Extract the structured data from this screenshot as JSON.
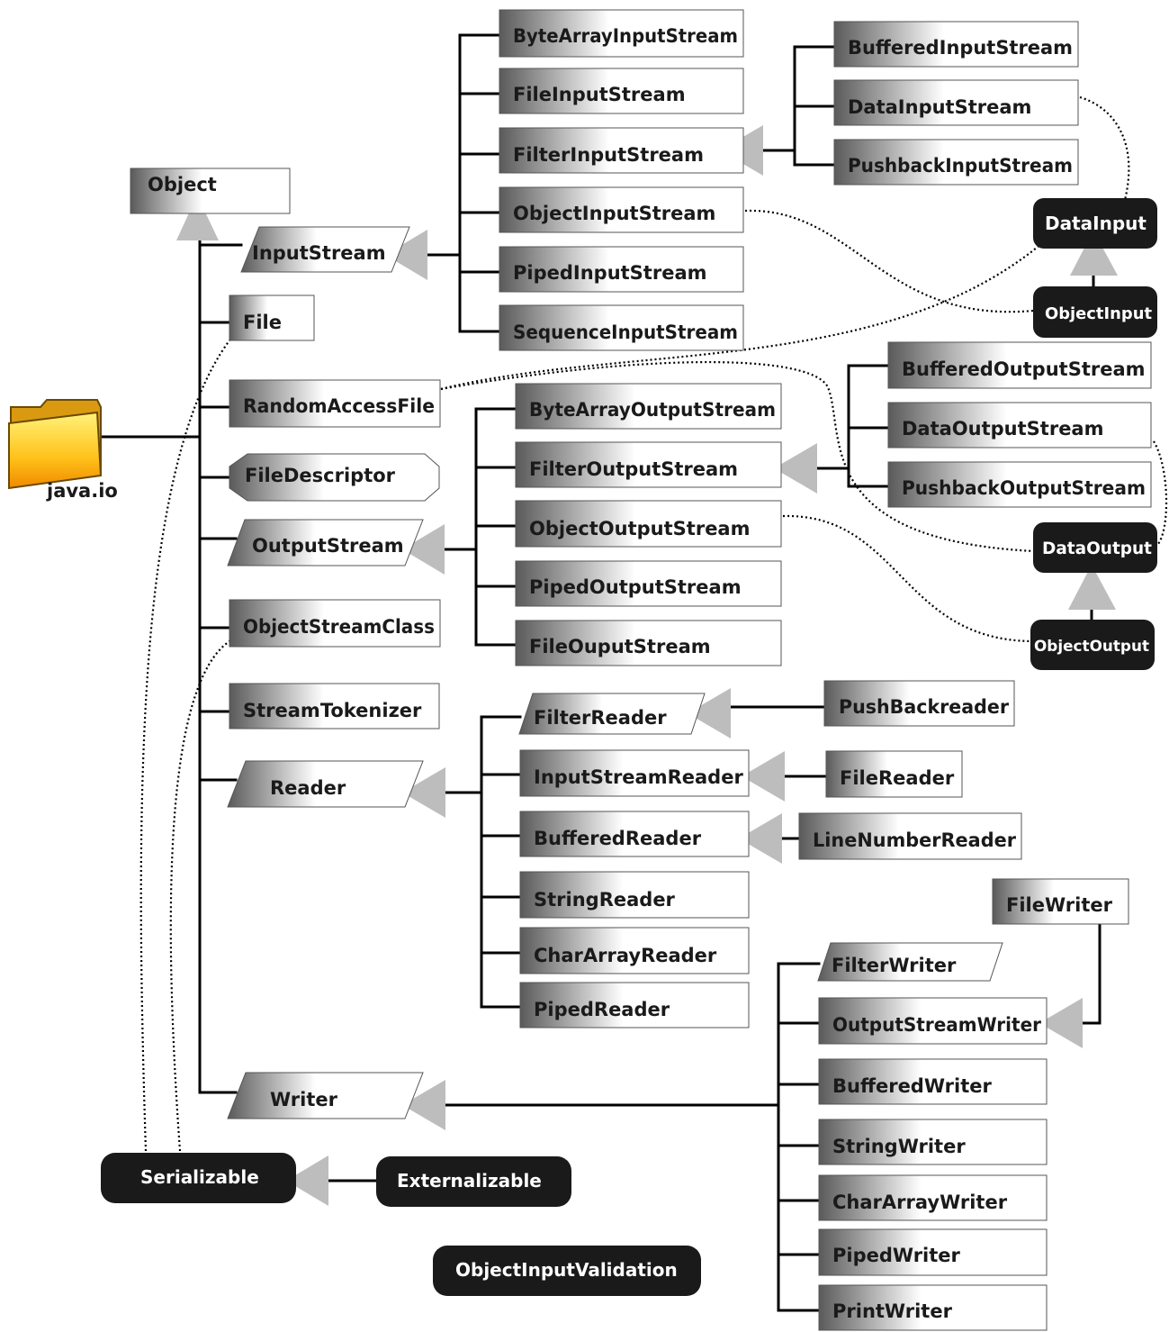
{
  "package": {
    "name": "java.io",
    "icon": "folder-icon"
  },
  "colors": {
    "box_dark": "#5a5a5a",
    "box_light": "#ffffff",
    "interface_fill": "#1a1a1a",
    "arrow_fill": "#bdbdbd",
    "line": "#000000"
  },
  "classes": {
    "object": "Object",
    "input_stream": "InputStream",
    "file": "File",
    "random_access_file": "RandomAccessFile",
    "file_descriptor": "FileDescriptor",
    "output_stream": "OutputStream",
    "object_stream_class": "ObjectStreamClass",
    "stream_tokenizer": "StreamTokenizer",
    "reader": "Reader",
    "writer": "Writer",
    "byte_array_input_stream": "ByteArrayInputStream",
    "file_input_stream": "FileInputStream",
    "filter_input_stream": "FilterInputStream",
    "object_input_stream": "ObjectInputStream",
    "piped_input_stream": "PipedInputStream",
    "sequence_input_stream": "SequenceInputStream",
    "buffered_input_stream": "BufferedInputStream",
    "data_input_stream": "DataInputStream",
    "pushback_input_stream": "PushbackInputStream",
    "byte_array_output_stream": "ByteArrayOutputStream",
    "filter_output_stream": "FilterOutputStream",
    "object_output_stream": "ObjectOutputStream",
    "piped_output_stream": "PipedOutputStream",
    "file_output_stream": "FileOuputStream",
    "buffered_output_stream": "BufferedOutputStream",
    "data_output_stream": "DataOutputStream",
    "pushback_output_stream": "PushbackOutputStream",
    "filter_reader": "FilterReader",
    "input_stream_reader": "InputStreamReader",
    "buffered_reader": "BufferedReader",
    "string_reader": "StringReader",
    "char_array_reader": "CharArrayReader",
    "piped_reader": "PipedReader",
    "pushback_reader": "PushBackreader",
    "file_reader": "FileReader",
    "line_number_reader": "LineNumberReader",
    "file_writer": "FileWriter",
    "filter_writer": "FilterWriter",
    "output_stream_writer": "OutputStreamWriter",
    "buffered_writer": "BufferedWriter",
    "string_writer": "StringWriter",
    "char_array_writer": "CharArrayWriter",
    "piped_writer": "PipedWriter",
    "print_writer": "PrintWriter"
  },
  "interfaces": {
    "data_input": "DataInput",
    "object_input": "ObjectInput",
    "data_output": "DataOutput",
    "object_output": "ObjectOutput",
    "serializable": "Serializable",
    "externalizable": "Externalizable",
    "object_input_validation": "ObjectInputValidation"
  }
}
